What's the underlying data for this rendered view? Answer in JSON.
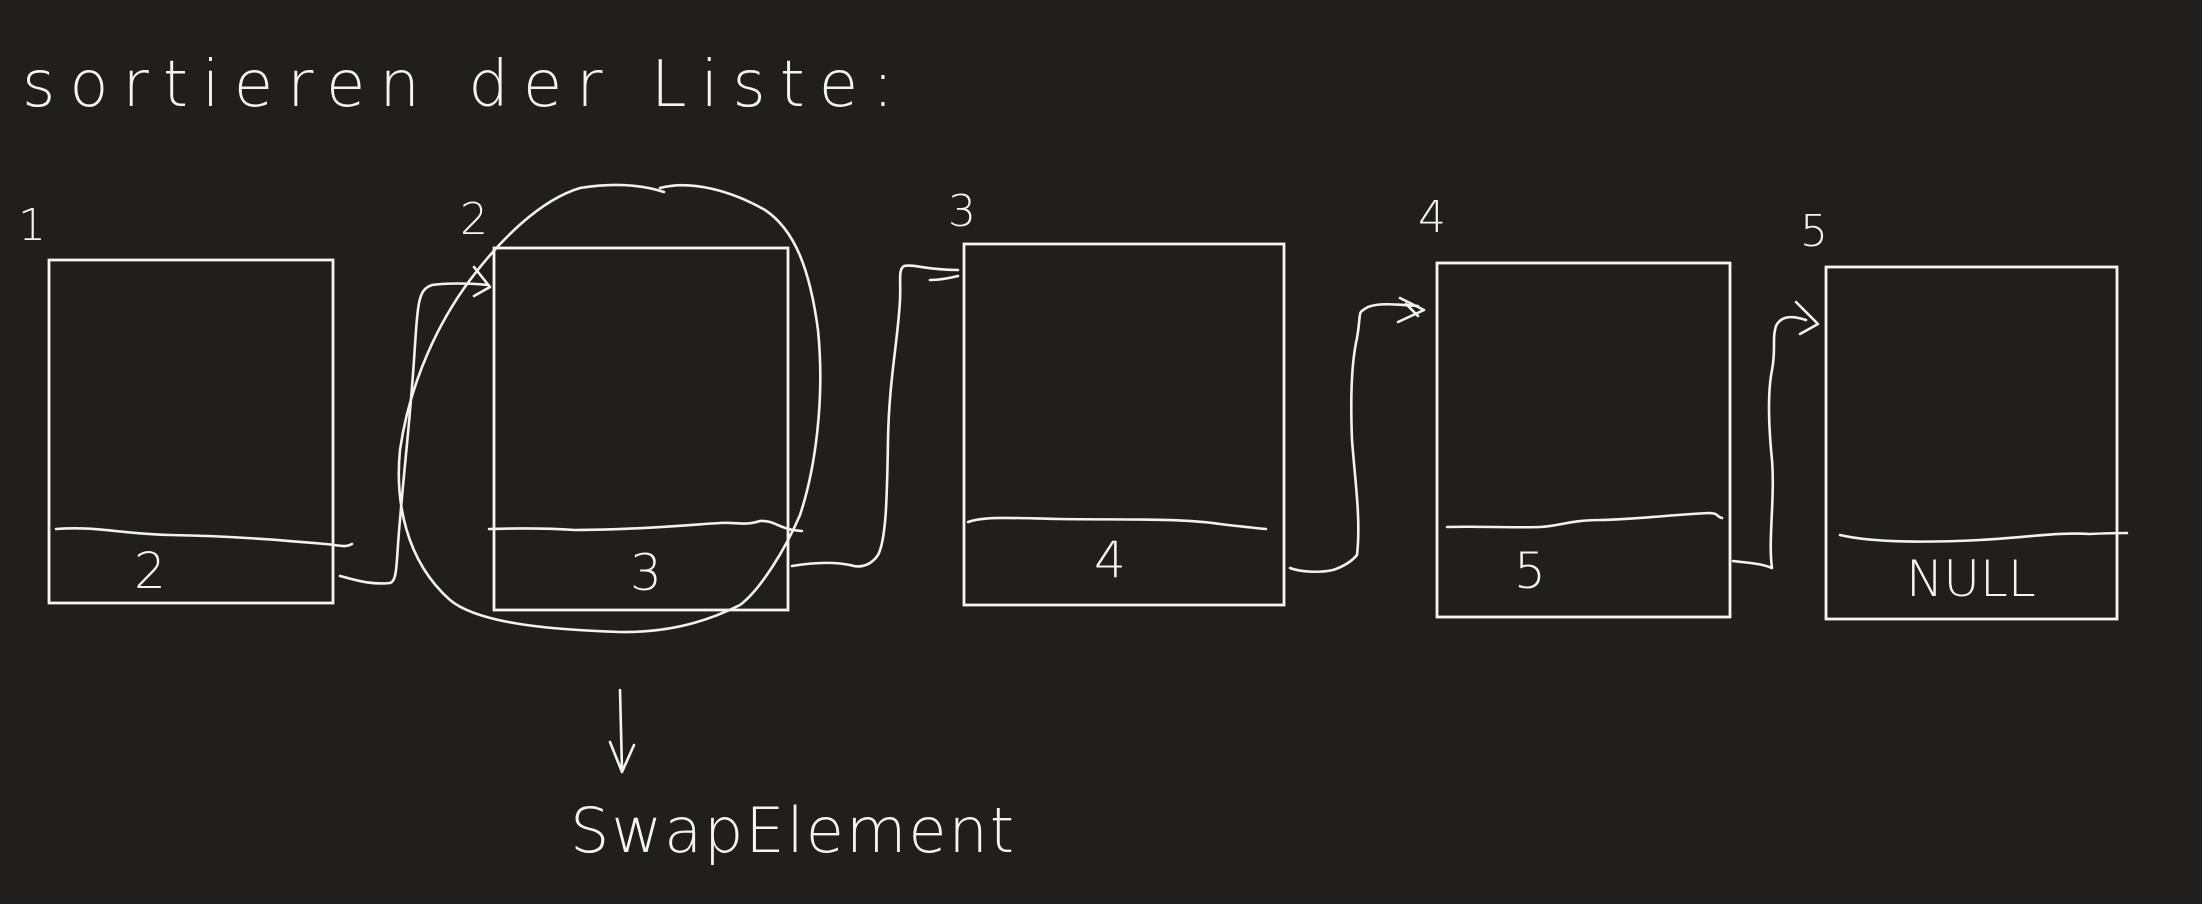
{
  "title": "sortieren der Liste:",
  "nodes": [
    {
      "index": "1",
      "value": "2"
    },
    {
      "index": "2",
      "value": "3"
    },
    {
      "index": "3",
      "value": "4"
    },
    {
      "index": "4",
      "value": "5"
    },
    {
      "index": "5",
      "value": "NULL"
    }
  ],
  "annotation": "SwapElement"
}
